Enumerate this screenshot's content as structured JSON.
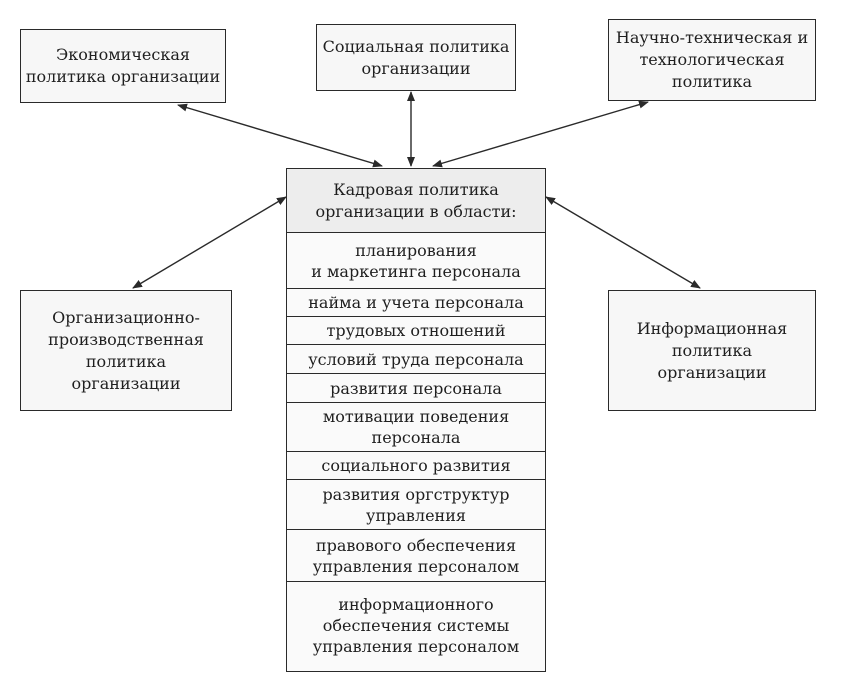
{
  "diagram": {
    "top_left": "Экономическая\nполитика организации",
    "top_center": "Социальная политика\nорганизации",
    "top_right": "Научно-техническая и\nтехнологическая\nполитика",
    "mid_left": "Организационно-\nпроизводственная\nполитика\nорганизации",
    "mid_right": "Информационная\nполитика\nорганизации",
    "center_title": "Кадровая политика\nорганизации в области:",
    "areas": [
      "планирования\nи маркетинга персонала",
      "найма и учета персонала",
      "трудовых отношений",
      "условий труда персонала",
      "развития персонала",
      "мотивации поведения\nперсонала",
      "социального развития",
      "развития оргструктур\nуправления",
      "правового обеспечения\nуправления персоналом",
      "информационного\nобеспечения системы\nуправления персоналом"
    ]
  }
}
